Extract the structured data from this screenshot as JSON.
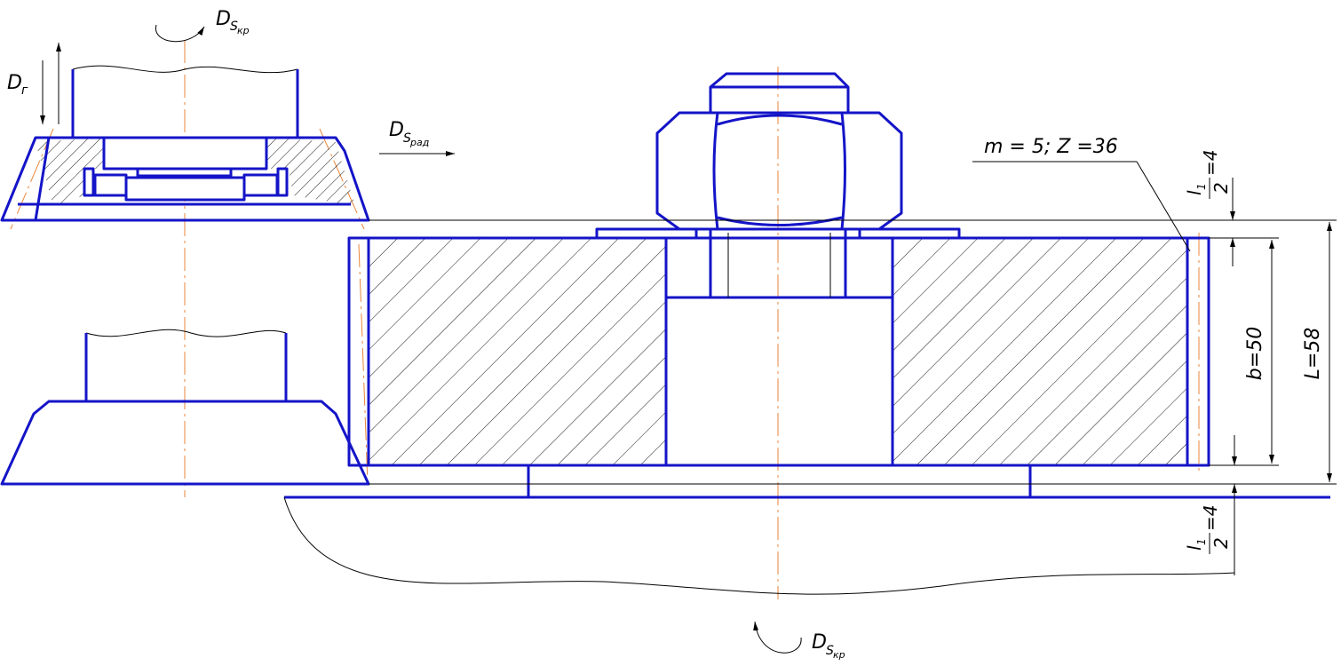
{
  "labels": {
    "feed_rot_top": "D",
    "feed_rot_top_sub": "S",
    "feed_rot_top_subsub": "кр",
    "feed_vertical": "D",
    "feed_vertical_sub": "г",
    "feed_radial": "D",
    "feed_radial_sub": "S",
    "feed_radial_subsub": "рад",
    "feed_rot_bottom": "D",
    "feed_rot_bottom_sub": "S",
    "feed_rot_bottom_subsub": "кр",
    "gear_params": "m = 5;  Z =36",
    "dim_b": "b=50",
    "dim_L": "L=58",
    "dim_l1_top_num": "l",
    "dim_l1_top_num_sub": "1",
    "dim_l1_top_den": "2",
    "dim_l1_top_val": "=4",
    "dim_l1_bot_num": "l",
    "dim_l1_bot_num_sub": "1",
    "dim_l1_bot_den": "2",
    "dim_l1_bot_val": "=4"
  },
  "colors": {
    "contour": "#1414c8",
    "thin_line": "#000000",
    "axis_line": "#e8863a",
    "background": "#ffffff"
  }
}
